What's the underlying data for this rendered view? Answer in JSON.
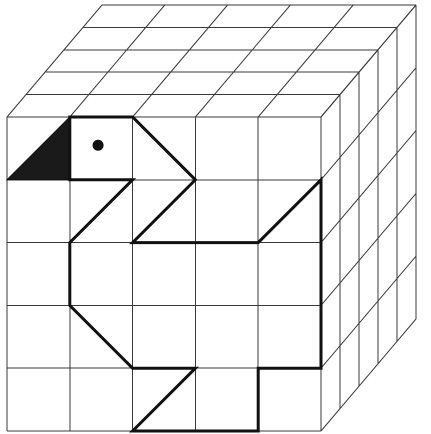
{
  "figure": {
    "subject": "duck",
    "front_grid": {
      "columns": 5,
      "rows": 5
    },
    "top_grid": {
      "columns": 5,
      "rows": 5
    },
    "side_grid": {
      "columns": 5,
      "rows": 5
    },
    "colors": {
      "grid": "#3a3a3a",
      "outline": "#111111",
      "beak": "#1a1a1a",
      "eye": "#111111",
      "background": "#ffffff"
    }
  }
}
